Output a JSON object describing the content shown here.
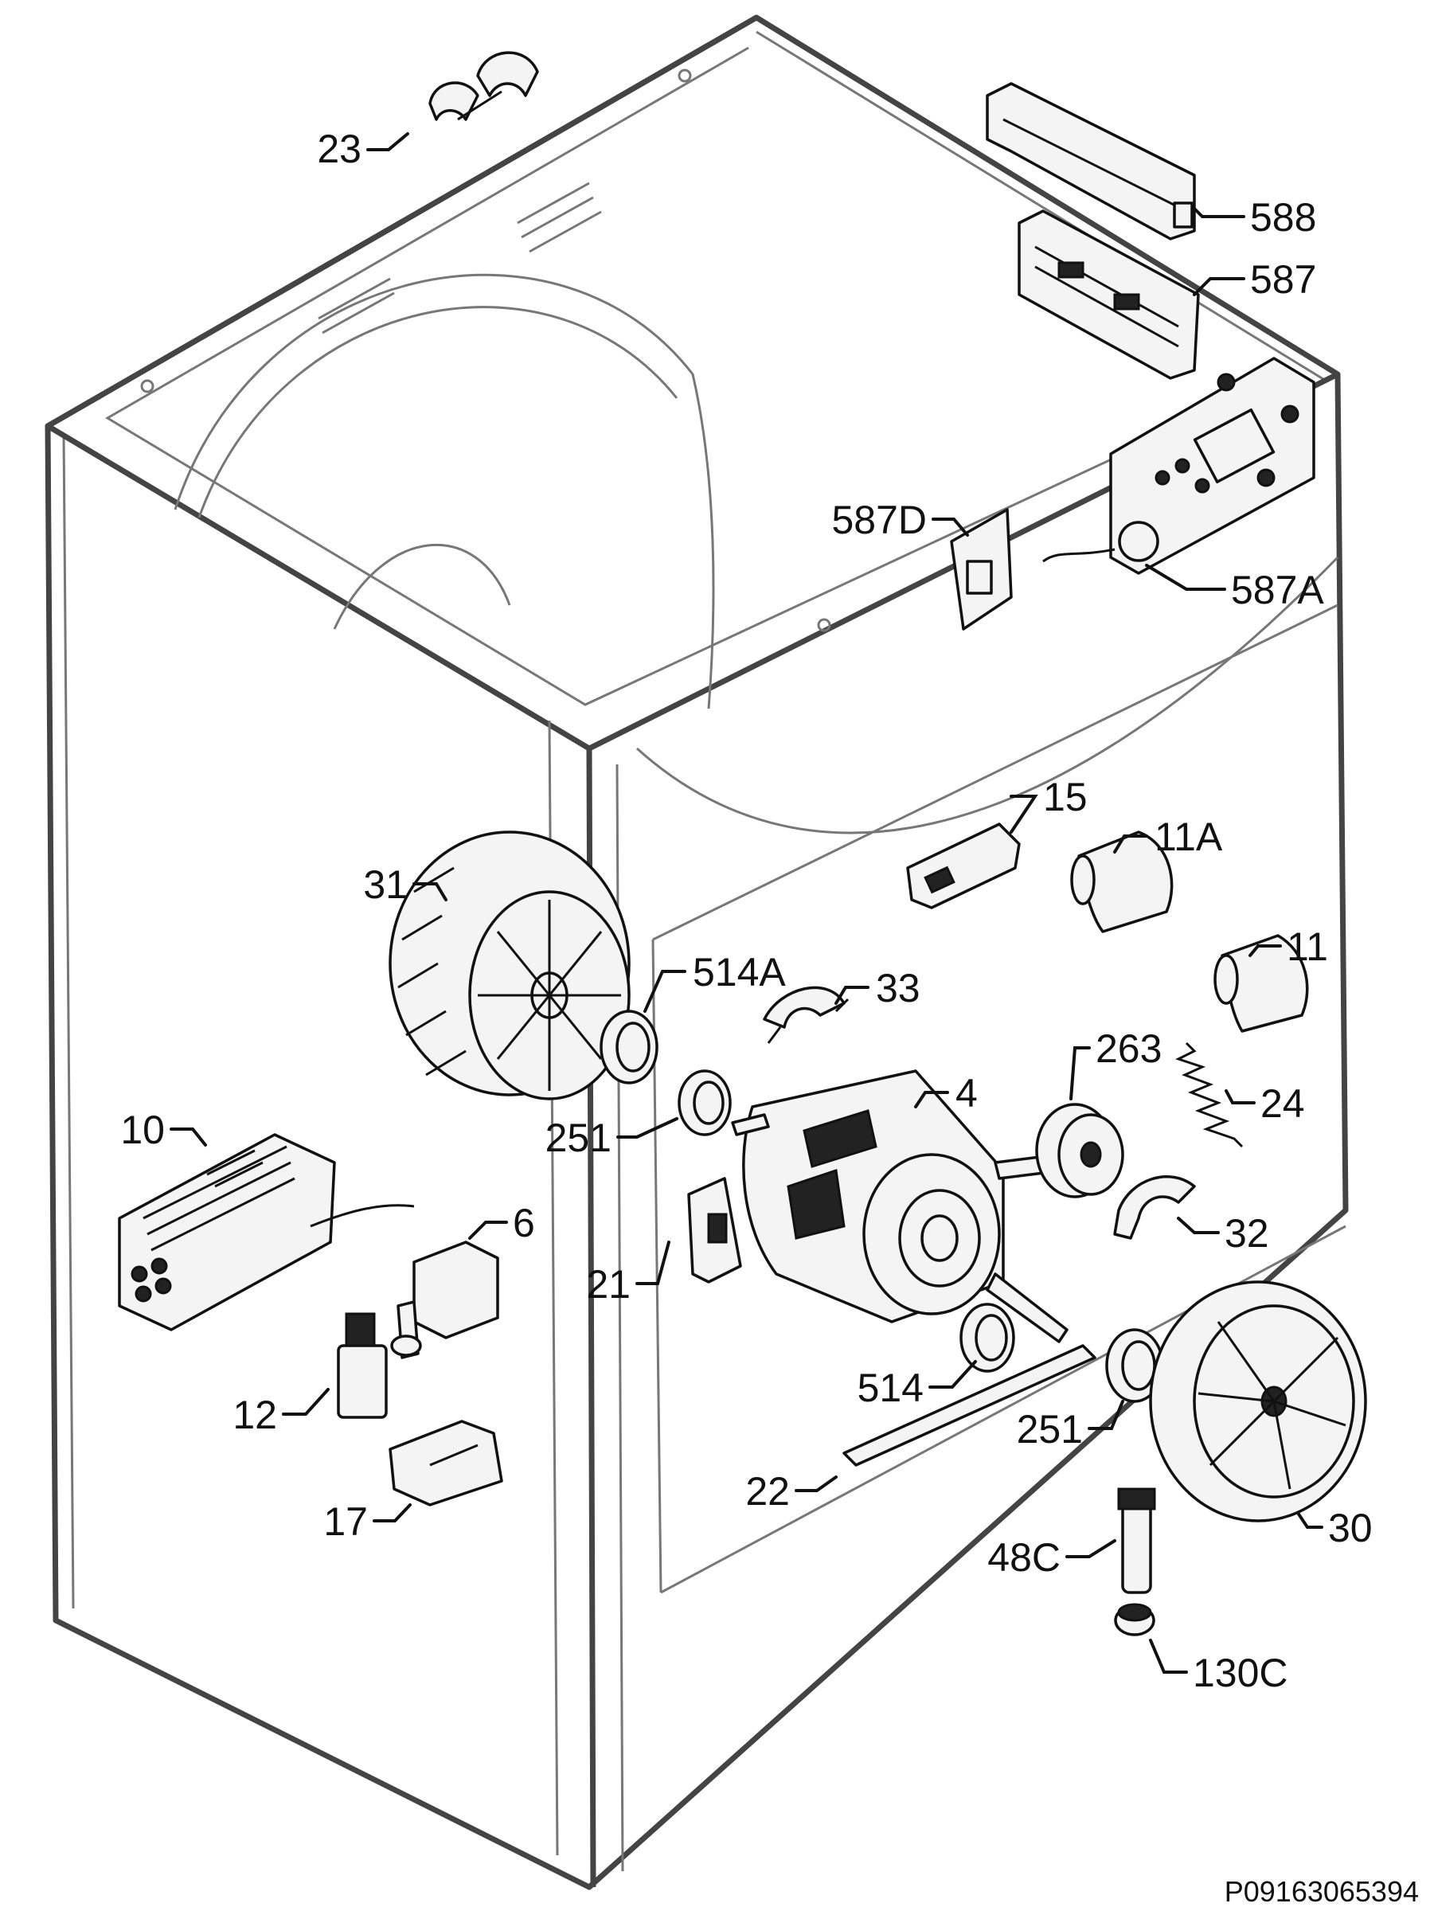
{
  "diagram": {
    "part_labels": [
      "23",
      "588",
      "587",
      "587D",
      "587A",
      "15",
      "11A",
      "31",
      "514A",
      "33",
      "11",
      "263",
      "4",
      "24",
      "251",
      "10",
      "6",
      "21",
      "32",
      "514",
      "251",
      "12",
      "22",
      "17",
      "48C",
      "30",
      "130C"
    ],
    "drawing_code": "P09163065394"
  }
}
